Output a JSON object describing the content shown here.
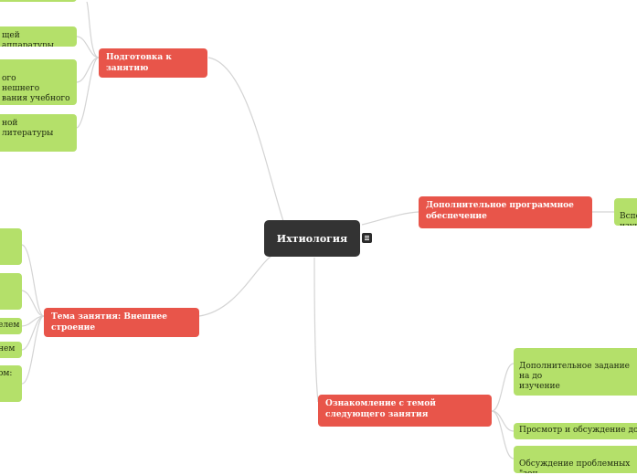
{
  "central": {
    "title": "Ихтиология"
  },
  "branches": {
    "prep": {
      "label": "Подготовка к занятию",
      "children": [
        "",
        "щей аппаратуры",
        "ого\nнешнего\nвания учебного",
        "ной литературы"
      ]
    },
    "topic": {
      "label": "Тема занятия: Внешнее строение",
      "children": [
        "",
        "",
        "елем",
        "нем",
        "ом:"
      ]
    },
    "software": {
      "label": "Дополнительное программное обеспечение",
      "children": [
        "Вспо\nизуче"
      ]
    },
    "next": {
      "label": "Ознакомление с темой следующего занятия",
      "children": [
        "Дополнительное задание на до\nизучение",
        "Просмотр и обсуждение докум",
        "Обсуждение проблемных \"зон\nтемы"
      ]
    }
  },
  "colors": {
    "main_topic": "#e8554a",
    "subtopic": "#b4e06a",
    "central": "#333333",
    "connector": "#d0d0d0"
  },
  "icons": {
    "central_note": "note-icon"
  }
}
